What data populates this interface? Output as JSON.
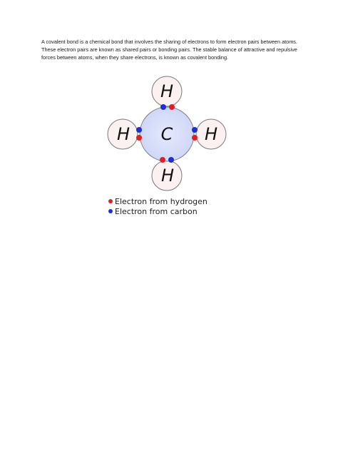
{
  "paragraph": {
    "text": "A covalent bond is a chemical bond that involves the sharing of electrons to form electron pairs between atoms. These electron pairs are known as shared pairs or bonding pairs. The stable balance of attractive and repulsive forces between atoms, when they share electrons, is known as covalent bonding."
  },
  "diagram": {
    "carbon": {
      "label": "C"
    },
    "hydrogen_top": {
      "label": "H"
    },
    "hydrogen_left": {
      "label": "H"
    },
    "hydrogen_right": {
      "label": "H"
    },
    "hydrogen_bottom": {
      "label": "H"
    }
  },
  "legend": {
    "hydrogen_electron": {
      "label": "Electron from hydrogen",
      "color": "#e02020"
    },
    "carbon_electron": {
      "label": "Electron from carbon",
      "color": "#1b2fd6"
    }
  },
  "colors": {
    "carbon_fill": "#dde3fb",
    "hydrogen_fill": "#fcf1f1",
    "outline": "#7a7a7a"
  }
}
